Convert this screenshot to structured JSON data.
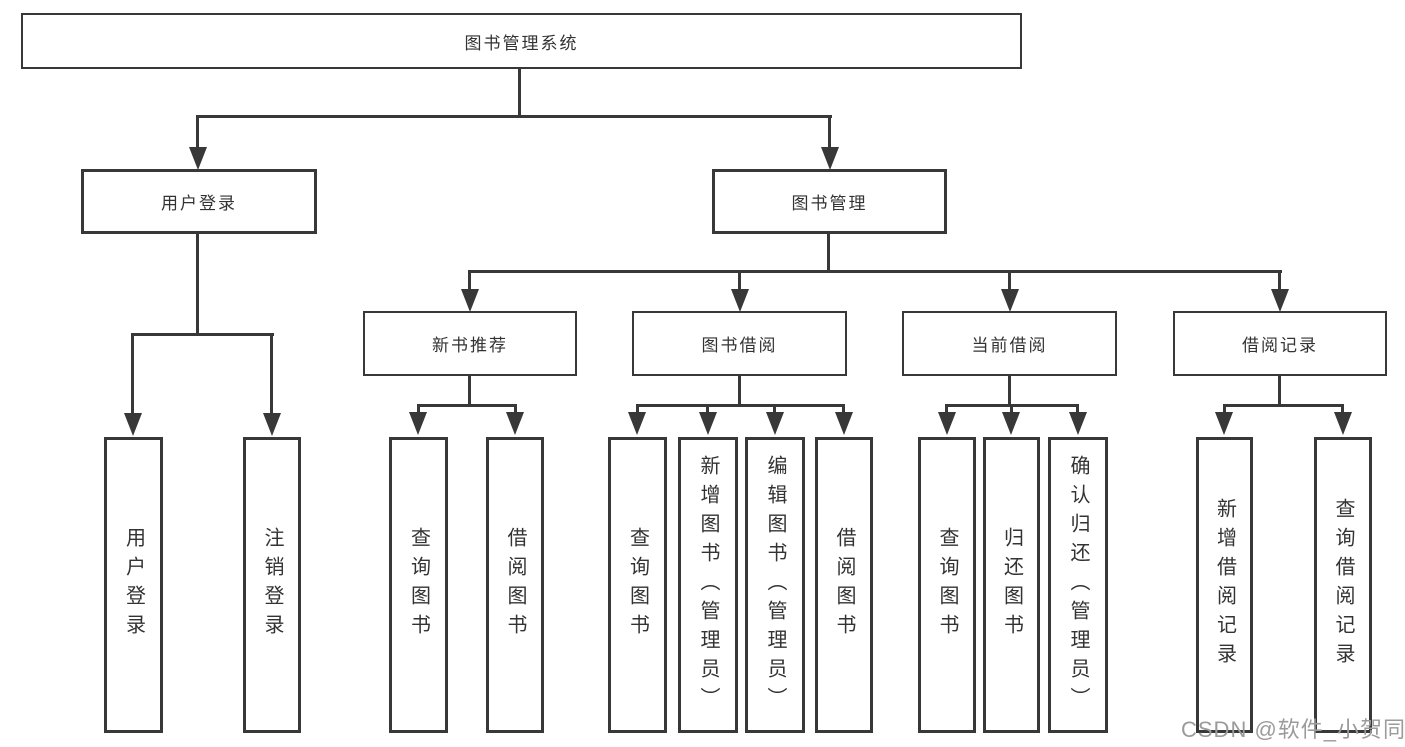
{
  "diagram": {
    "root": {
      "label": "图书管理系统",
      "children": [
        {
          "label": "用户登录",
          "children": [
            {
              "label": "用户登录"
            },
            {
              "label": "注销登录"
            }
          ]
        },
        {
          "label": "图书管理",
          "children": [
            {
              "label": "新书推荐",
              "children": [
                {
                  "label": "查询图书"
                },
                {
                  "label": "借阅图书"
                }
              ]
            },
            {
              "label": "图书借阅",
              "children": [
                {
                  "label": "查询图书"
                },
                {
                  "label": "新增图书（管理员）"
                },
                {
                  "label": "编辑图书（管理员）"
                },
                {
                  "label": "借阅图书"
                }
              ]
            },
            {
              "label": "当前借阅",
              "children": [
                {
                  "label": "查询图书"
                },
                {
                  "label": "归还图书"
                },
                {
                  "label": "确认归还（管理员）"
                }
              ]
            },
            {
              "label": "借阅记录",
              "children": [
                {
                  "label": "新增借阅记录"
                },
                {
                  "label": "查询借阅记录"
                }
              ]
            }
          ]
        }
      ]
    },
    "watermark": "CSDN @软件_小贺同学",
    "colors": {
      "line": "#383838",
      "text": "#333333",
      "background": "#ffffff",
      "watermark": "#9b9b9b"
    }
  }
}
